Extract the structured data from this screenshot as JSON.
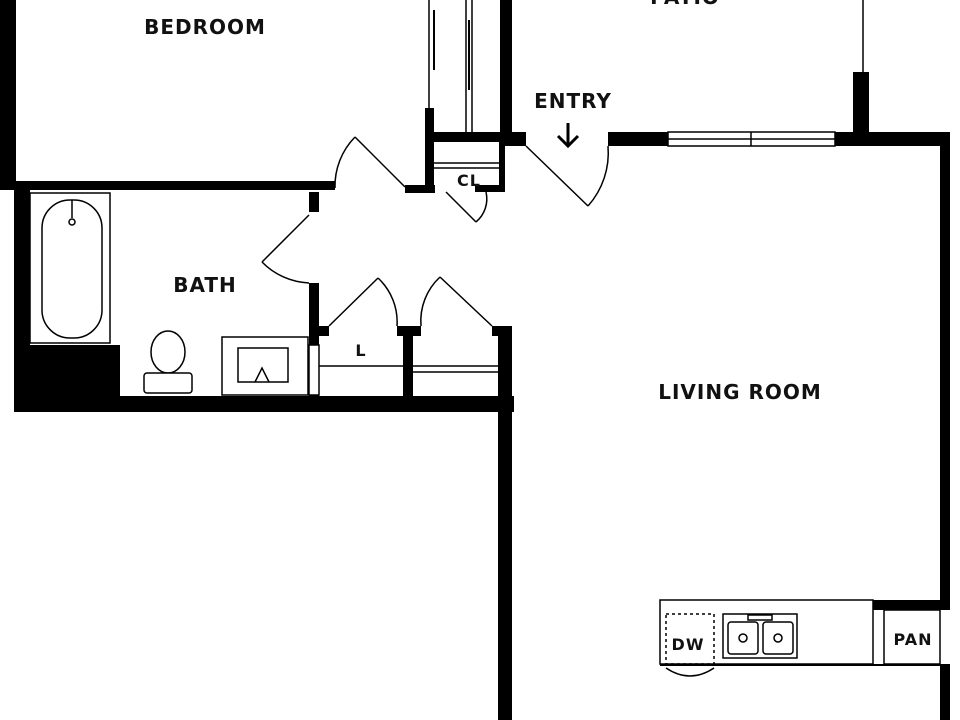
{
  "rooms": {
    "bedroom": "BEDROOM",
    "patio": "PATIO",
    "entry": "ENTRY",
    "closet": "CL",
    "bath": "BATH",
    "linen": "L",
    "living_room": "LIVING ROOM",
    "dishwasher": "DW",
    "pantry": "PAN"
  },
  "icons": {
    "entry_marker": "down-arrow-icon"
  }
}
